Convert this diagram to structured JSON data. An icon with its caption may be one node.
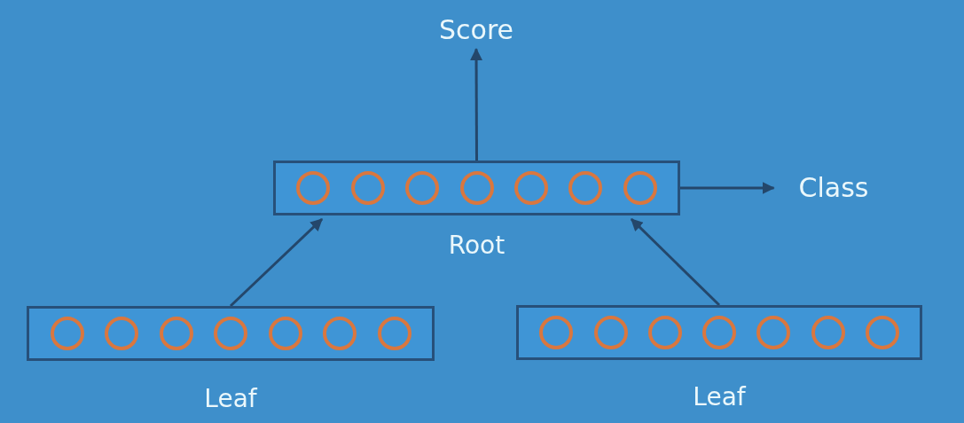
{
  "diagram": {
    "nodes": [
      {
        "text": [
          "Score"
        ]
      },
      {
        "text": [],
        "shape": "box",
        "beside": [
          "Root"
        ]
      },
      {
        "text": [
          "Class"
        ]
      },
      {
        "text": [],
        "shape": "box",
        "beside": [
          "Leaf"
        ]
      },
      {
        "text": [],
        "shape": "box",
        "beside": [
          "Leaf"
        ]
      }
    ],
    "edges": [
      {
        "from": 3,
        "to": 1,
        "arrow": "to"
      },
      {
        "from": 4,
        "to": 1,
        "arrow": "to"
      },
      {
        "from": 1,
        "to": 0,
        "arrow": "to"
      },
      {
        "from": 1,
        "to": 2,
        "arrow": "to"
      }
    ]
  }
}
